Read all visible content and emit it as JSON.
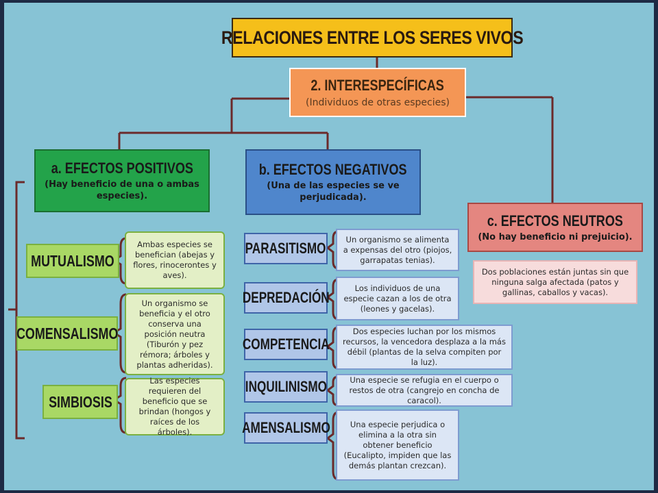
{
  "title": "RELACIONES ENTRE LOS SERES VIVOS",
  "interspecific": {
    "title": "2. INTERESPECÍFICAS",
    "subtitle": "(Individuos de otras especies)"
  },
  "positive": {
    "title": "a. EFECTOS POSITIVOS",
    "subtitle": "(Hay beneficio de una o ambas especies).",
    "items": [
      {
        "term": "MUTUALISMO",
        "description": "Ambas especies se benefician (abejas y flores, rinocerontes y aves)."
      },
      {
        "term": "COMENSALISMO",
        "description": "Un organismo se beneficia y el otro conserva una posición neutra (Tiburón y pez rémora; árboles y plantas adheridas)."
      },
      {
        "term": "SIMBIOSIS",
        "description": "Las especies requieren del beneficio que se brindan (hongos y raíces de los árboles)."
      }
    ]
  },
  "negative": {
    "title": "b. EFECTOS NEGATIVOS",
    "subtitle": "(Una de las especies se ve perjudicada).",
    "items": [
      {
        "term": "PARASITISMO",
        "description": "Un organismo se alimenta a expensas del otro (piojos, garrapatas tenias)."
      },
      {
        "term": "DEPREDACIÓN",
        "description": "Los individuos de una especie cazan a los de otra (leones y gacelas)."
      },
      {
        "term": "COMPETENCIA",
        "description": "Dos especies luchan por los mismos recursos, la vencedora desplaza a la más débil (plantas de la selva compiten por la luz)."
      },
      {
        "term": "INQUILINISMO",
        "description": "Una especie se refugia en el cuerpo o restos de otra (cangrejo en concha de caracol)."
      },
      {
        "term": "AMENSALISMO",
        "description": "Una especie perjudica o elimina a la otra sin obtener beneficio (Eucalipto, impiden que las demás plantan crezcan)."
      }
    ]
  },
  "neutral": {
    "title": "c. EFECTOS NEUTROS",
    "subtitle": "(No hay beneficio ni prejuicio).",
    "description": "Dos poblaciones están juntas sin que ninguna salga afectada (patos y gallinas, caballos y vacas)."
  },
  "colors": {
    "background": "#87c3d5",
    "title": "#f5bf1a",
    "interspecific": "#f49655",
    "positive": "#23a34a",
    "negative": "#4f86cc",
    "neutral": "#e48680",
    "connector": "#6b2a2a"
  }
}
